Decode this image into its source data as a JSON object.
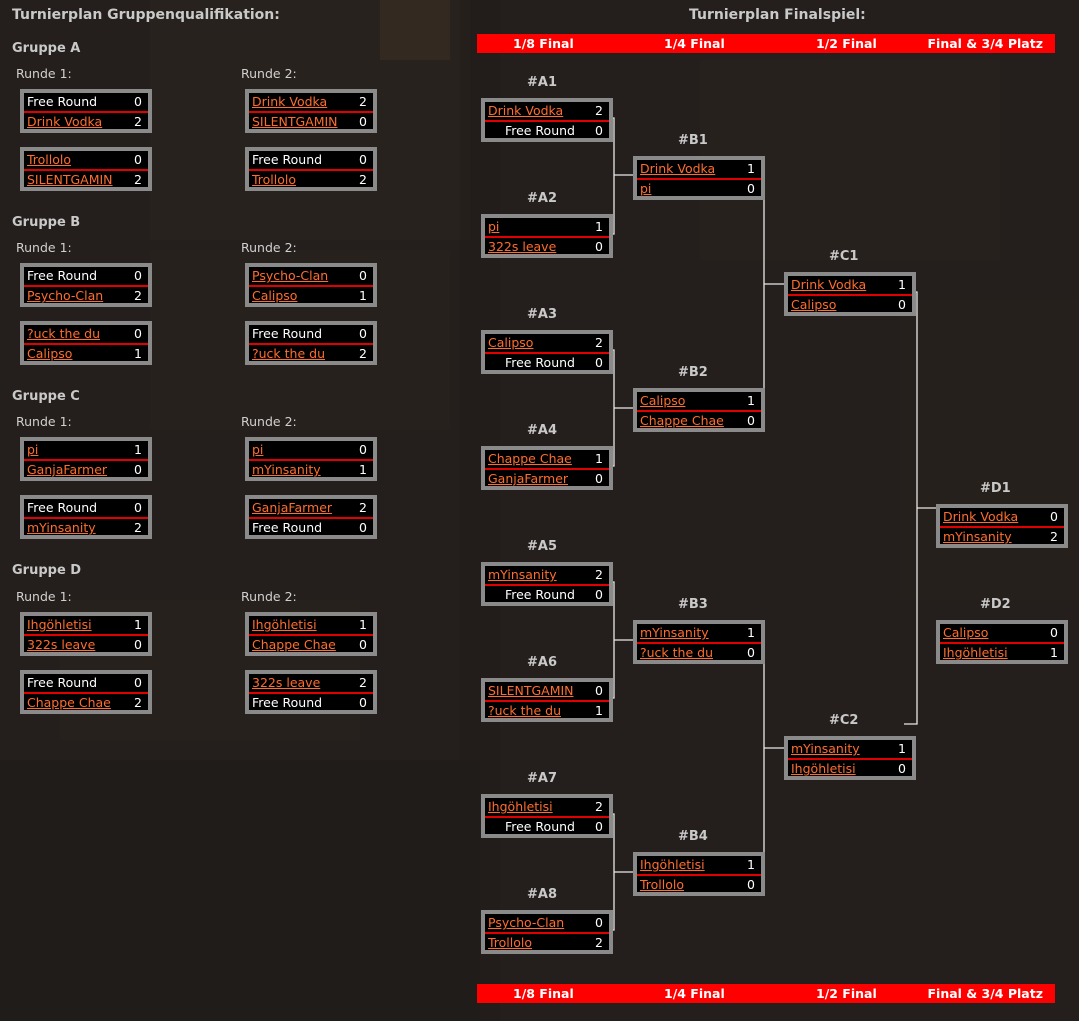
{
  "titles": {
    "group": "Turnierplan Gruppenqualifikation:",
    "final": "Turnierplan Finalspiel:"
  },
  "round_labels": {
    "r1": "Runde 1:",
    "r2": "Runde 2:"
  },
  "stage_bar": {
    "s1": "1/8 Final",
    "s2": "1/4 Final",
    "s3": "1/2 Final",
    "s4": "Final & 3/4 Platz"
  },
  "colors": {
    "link": "#ff6d2e",
    "bar": "#ff0000",
    "divider": "#e00000",
    "box_border": "#8a8a8a",
    "background": "#241f1c"
  },
  "groups": [
    {
      "name": "Gruppe A",
      "r1": [
        {
          "p1": {
            "name": "Free Round",
            "score": "0",
            "free": true
          },
          "p2": {
            "name": "Drink Vodka",
            "score": "2",
            "free": false
          }
        },
        {
          "p1": {
            "name": "Trollolo",
            "score": "0",
            "free": false
          },
          "p2": {
            "name": "SILENTGAMIN",
            "score": "2",
            "free": false
          }
        }
      ],
      "r2": [
        {
          "p1": {
            "name": "Drink Vodka",
            "score": "2",
            "free": false
          },
          "p2": {
            "name": "SILENTGAMIN",
            "score": "0",
            "free": false
          }
        },
        {
          "p1": {
            "name": "Free Round",
            "score": "0",
            "free": true
          },
          "p2": {
            "name": "Trollolo",
            "score": "2",
            "free": false
          }
        }
      ]
    },
    {
      "name": "Gruppe B",
      "r1": [
        {
          "p1": {
            "name": "Free Round",
            "score": "0",
            "free": true
          },
          "p2": {
            "name": "Psycho-Clan",
            "score": "2",
            "free": false
          }
        },
        {
          "p1": {
            "name": "?uck the du",
            "score": "0",
            "free": false
          },
          "p2": {
            "name": "Calipso",
            "score": "1",
            "free": false
          }
        }
      ],
      "r2": [
        {
          "p1": {
            "name": "Psycho-Clan",
            "score": "0",
            "free": false
          },
          "p2": {
            "name": "Calipso",
            "score": "1",
            "free": false
          }
        },
        {
          "p1": {
            "name": "Free Round",
            "score": "0",
            "free": true
          },
          "p2": {
            "name": "?uck the du",
            "score": "2",
            "free": false
          }
        }
      ]
    },
    {
      "name": "Gruppe C",
      "r1": [
        {
          "p1": {
            "name": "pi",
            "score": "1",
            "free": false
          },
          "p2": {
            "name": "GanjaFarmer",
            "score": "0",
            "free": false
          }
        },
        {
          "p1": {
            "name": "Free Round",
            "score": "0",
            "free": true
          },
          "p2": {
            "name": "mYinsanity",
            "score": "2",
            "free": false
          }
        }
      ],
      "r2": [
        {
          "p1": {
            "name": "pi",
            "score": "0",
            "free": false
          },
          "p2": {
            "name": "mYinsanity",
            "score": "1",
            "free": false
          }
        },
        {
          "p1": {
            "name": "GanjaFarmer",
            "score": "2",
            "free": false
          },
          "p2": {
            "name": "Free Round",
            "score": "0",
            "free": true
          }
        }
      ]
    },
    {
      "name": "Gruppe D",
      "r1": [
        {
          "p1": {
            "name": "Ihgöhletisi",
            "score": "1",
            "free": false
          },
          "p2": {
            "name": "322s leave",
            "score": "0",
            "free": false
          }
        },
        {
          "p1": {
            "name": "Free Round",
            "score": "0",
            "free": true
          },
          "p2": {
            "name": "Chappe Chae",
            "score": "2",
            "free": false
          }
        }
      ],
      "r2": [
        {
          "p1": {
            "name": "Ihgöhletisi",
            "score": "1",
            "free": false
          },
          "p2": {
            "name": "Chappe Chae",
            "score": "0",
            "free": false
          }
        },
        {
          "p1": {
            "name": "322s leave",
            "score": "2",
            "free": false
          },
          "p2": {
            "name": "Free Round",
            "score": "0",
            "free": true
          }
        }
      ]
    }
  ],
  "bracket": {
    "A1": {
      "label": "#A1",
      "p1": {
        "name": "Drink Vodka",
        "score": "2",
        "free": false
      },
      "p2": {
        "name": "Free Round",
        "score": "0",
        "free": true
      }
    },
    "A2": {
      "label": "#A2",
      "p1": {
        "name": "pi",
        "score": "1",
        "free": false
      },
      "p2": {
        "name": "322s leave",
        "score": "0",
        "free": false
      }
    },
    "A3": {
      "label": "#A3",
      "p1": {
        "name": "Calipso",
        "score": "2",
        "free": false
      },
      "p2": {
        "name": "Free Round",
        "score": "0",
        "free": true
      }
    },
    "A4": {
      "label": "#A4",
      "p1": {
        "name": "Chappe Chae",
        "score": "1",
        "free": false
      },
      "p2": {
        "name": "GanjaFarmer",
        "score": "0",
        "free": false
      }
    },
    "A5": {
      "label": "#A5",
      "p1": {
        "name": "mYinsanity",
        "score": "2",
        "free": false
      },
      "p2": {
        "name": "Free Round",
        "score": "0",
        "free": true
      }
    },
    "A6": {
      "label": "#A6",
      "p1": {
        "name": "SILENTGAMIN",
        "score": "0",
        "free": false
      },
      "p2": {
        "name": "?uck the du",
        "score": "1",
        "free": false
      }
    },
    "A7": {
      "label": "#A7",
      "p1": {
        "name": "Ihgöhletisi",
        "score": "2",
        "free": false
      },
      "p2": {
        "name": "Free Round",
        "score": "0",
        "free": true
      }
    },
    "A8": {
      "label": "#A8",
      "p1": {
        "name": "Psycho-Clan",
        "score": "0",
        "free": false
      },
      "p2": {
        "name": "Trollolo",
        "score": "2",
        "free": false
      }
    },
    "B1": {
      "label": "#B1",
      "p1": {
        "name": "Drink Vodka",
        "score": "1",
        "free": false
      },
      "p2": {
        "name": "pi",
        "score": "0",
        "free": false
      }
    },
    "B2": {
      "label": "#B2",
      "p1": {
        "name": "Calipso",
        "score": "1",
        "free": false
      },
      "p2": {
        "name": "Chappe Chae",
        "score": "0",
        "free": false
      }
    },
    "B3": {
      "label": "#B3",
      "p1": {
        "name": "mYinsanity",
        "score": "1",
        "free": false
      },
      "p2": {
        "name": "?uck the du",
        "score": "0",
        "free": false
      }
    },
    "B4": {
      "label": "#B4",
      "p1": {
        "name": "Ihgöhletisi",
        "score": "1",
        "free": false
      },
      "p2": {
        "name": "Trollolo",
        "score": "0",
        "free": false
      }
    },
    "C1": {
      "label": "#C1",
      "p1": {
        "name": "Drink Vodka",
        "score": "1",
        "free": false
      },
      "p2": {
        "name": "Calipso",
        "score": "0",
        "free": false
      }
    },
    "C2": {
      "label": "#C2",
      "p1": {
        "name": "mYinsanity",
        "score": "1",
        "free": false
      },
      "p2": {
        "name": "Ihgöhletisi",
        "score": "0",
        "free": false
      }
    },
    "D1": {
      "label": "#D1",
      "p1": {
        "name": "Drink Vodka",
        "score": "0",
        "free": false
      },
      "p2": {
        "name": "mYinsanity",
        "score": "2",
        "free": false
      }
    },
    "D2": {
      "label": "#D2",
      "p1": {
        "name": "Calipso",
        "score": "0",
        "free": false
      },
      "p2": {
        "name": "Ihgöhletisi",
        "score": "1",
        "free": false
      }
    }
  }
}
